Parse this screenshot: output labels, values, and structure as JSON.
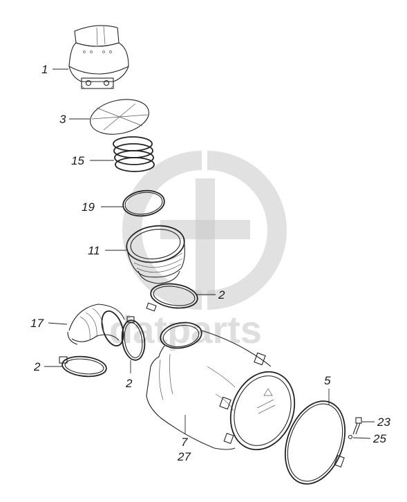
{
  "watermark": {
    "text": "datparts"
  },
  "callouts": {
    "p1": "1",
    "p3": "3",
    "p15": "15",
    "p19": "19",
    "p11": "11",
    "p2a": "2",
    "p17": "17",
    "p2b": "2",
    "p2c": "2",
    "p5": "5",
    "p23": "23",
    "p25": "25",
    "p7": "7",
    "p27": "27"
  }
}
